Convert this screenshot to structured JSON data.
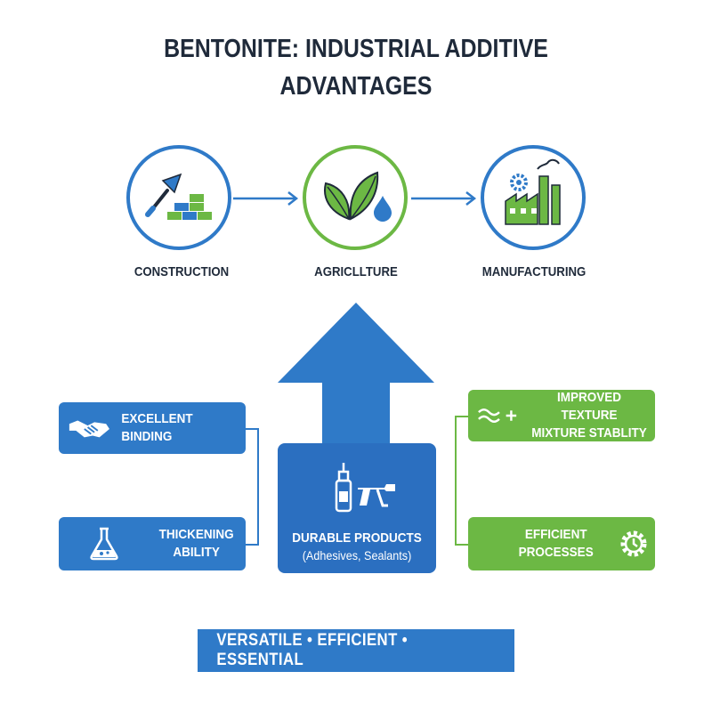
{
  "title": {
    "line1": "BENTONITE: INDUSTRIAL ADDITIVE",
    "line2": "ADVANTAGES"
  },
  "sectors": [
    {
      "label": "CONSTRUCTION",
      "icon": "trowel-bricks-icon"
    },
    {
      "label": "AGRICLLTURE",
      "icon": "leaves-drop-icon"
    },
    {
      "label": "MANUFACTURING",
      "icon": "factory-gear-icon"
    }
  ],
  "left_features": [
    {
      "label": "EXCELLENT BINDING",
      "icon": "handshake-icon"
    },
    {
      "line1": "THICKENING",
      "line2": "ABILITY",
      "icon": "flask-icon"
    }
  ],
  "right_features": [
    {
      "line1": "IMPROVED TEXTURE",
      "line2": "MIXTURE STABLITY",
      "icon": "waves-plus-icon"
    },
    {
      "line1": "EFFICIENT",
      "line2": "PROCESSES",
      "icon": "gear-icon"
    }
  ],
  "center": {
    "line1": "DURABLE PRODUCTS",
    "line2": "(Adhesives, Sealants)",
    "icon": "glue-bottle-caulk-gun-icon"
  },
  "footer": "VERSATILE • EFFICIENT • ESSENTIAL",
  "colors": {
    "blue": "#2f7ac8",
    "dark_blue": "#2b6fc0",
    "green": "#6cb844",
    "text": "#1f2a3a"
  }
}
